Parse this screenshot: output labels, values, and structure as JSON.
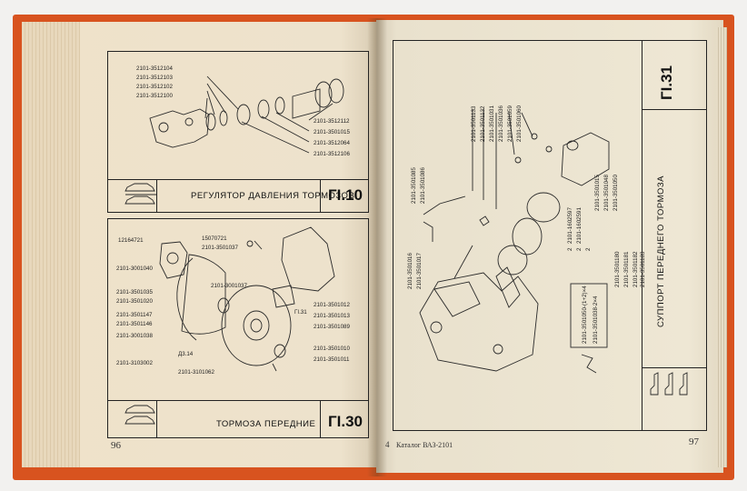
{
  "left_page": {
    "page_number": "96",
    "top_section": {
      "title": "РЕГУЛЯТОР ДАВЛЕНИЯ ТОРМОЗОВ",
      "group": "ГI.10",
      "codes_left": [
        "2101-3512104",
        "2101-3512103",
        "2101-3512102",
        "2101-3512100"
      ],
      "codes_right": [
        "2101-3512112",
        "2101-3501015",
        "2101-3512064",
        "2101-3512106"
      ]
    },
    "bottom_section": {
      "title": "ТОРМОЗА ПЕРЕДНИЕ",
      "group": "ГI.30",
      "codes_top": [
        "15070721",
        "2101-3501037"
      ],
      "codes_left": [
        "12164721",
        "2101-3001040",
        "2101-3501035",
        "2101-3501020",
        "2101-3501147",
        "2101-3501146",
        "2101-3001038"
      ],
      "codes_right": [
        "2101-3501012",
        "2101-3501013",
        "2101-3501089",
        "2101-3501010",
        "2101-3501011"
      ],
      "code_mid": "2101-3001037",
      "ref_g131": "ГI.31",
      "ref_d314": "Д3.14",
      "code_bottom_left": "2101-3103002",
      "code_bottom_right": "2101-3101062"
    }
  },
  "right_page": {
    "page_number": "97",
    "footer_left": "4",
    "footer_text": "Каталог ВАЗ-2101",
    "group": "ГI.31",
    "title": "СУППОРТ ПЕРЕДНЕГО ТОРМОЗА",
    "codes_top": [
      "2101-3501133",
      "2101-3501132",
      "2101-3501031",
      "2101-3501036",
      "2101-3501059",
      "2101-3501060"
    ],
    "codes_left": [
      "2101-3501085",
      "2101-3501086"
    ],
    "codes_bottom_left": [
      "2101-3501016",
      "2101-3501017"
    ],
    "codes_mid": [
      "2101-1602597",
      "2101-1602591"
    ],
    "codes_numbers": [
      "2",
      "2",
      "2"
    ],
    "codes_right": [
      "2101-3501015",
      "2101-3501048",
      "2101-3501050",
      "2101-3501180",
      "2101-3501181",
      "2101-3501182",
      "2101-3501183"
    ],
    "formula_1": "2101-3501050-(1+2)×4",
    "formula_2": "2101-3501038-2×4"
  }
}
